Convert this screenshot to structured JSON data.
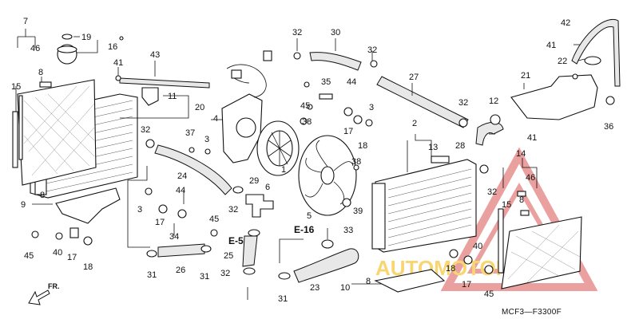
{
  "diagram": {
    "drawing_code": "MCF3—F3300F",
    "direction_label": "FR.",
    "watermark": {
      "brand": "AUTOMOTOHUB",
      "accent_color": "#f5b400",
      "triangle_color": "#d9534f"
    },
    "section_refs": [
      "E-5",
      "E-16"
    ],
    "callouts": [
      "7",
      "46",
      "8",
      "15",
      "19",
      "16",
      "41",
      "43",
      "11",
      "20",
      "4",
      "32",
      "30",
      "32",
      "35",
      "44",
      "45",
      "38",
      "27",
      "3",
      "17",
      "18",
      "2",
      "13",
      "12",
      "42",
      "41",
      "22",
      "21",
      "36",
      "32",
      "28",
      "14",
      "41",
      "46",
      "8",
      "37",
      "3",
      "24",
      "29",
      "6",
      "1",
      "5",
      "38",
      "39",
      "33",
      "32",
      "31",
      "26",
      "31",
      "9",
      "8",
      "3",
      "17",
      "44",
      "34",
      "45",
      "40",
      "17",
      "18",
      "45",
      "25",
      "32",
      "23",
      "31",
      "10",
      "8",
      "40",
      "18",
      "17",
      "45",
      "15",
      "32",
      "32",
      "2"
    ]
  }
}
